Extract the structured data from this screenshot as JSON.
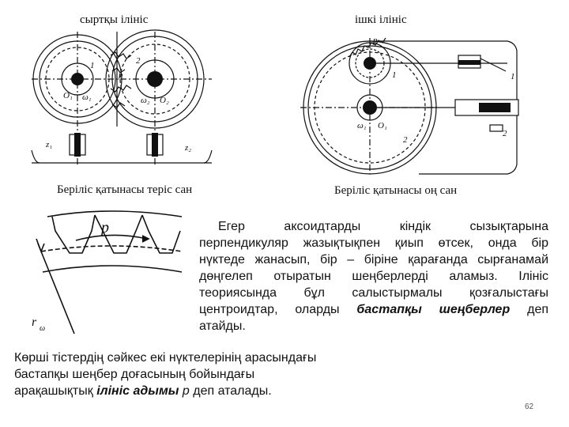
{
  "captions": {
    "external": "сыртқы ілініс",
    "internal": "ішкі ілініс",
    "negative": "Беріліс қатынасы теріс сан",
    "positive": "Беріліс қатынасы оң сан"
  },
  "figure_labels": {
    "z1": "z₁",
    "z2": "z₂",
    "p": "p",
    "r": "r",
    "omega": "ω",
    "o1": "O₁",
    "o2": "O₂",
    "w1": "ω₁",
    "w2": "ω₂",
    "n1": "1",
    "n2": "2"
  },
  "paragraph1": {
    "line1": "Егер аксоидтарды кіндік сызықтарына",
    "line2": "перпендикуляр жазықтықпен қиып өтсек, онда бір",
    "line3": "нүктеде жанасып, бір – біріне қарағанда сырғанамай",
    "line4": "дөңгелеп отыратын шеңберлерді аламыз. Ілініс",
    "line5": "теориясында бұл салыстырмалы қозғалыстағы",
    "line6_pre": "центроидтар, оларды ",
    "line6_em": "бастапқы шеңберлер",
    "line6_post": " деп",
    "line7": "атайды."
  },
  "paragraph2": {
    "line1": "Көрші тістердің сәйкес екі нүктелерінің арасындағы",
    "line2": "бастапқы шеңбер доғасының бойындағы",
    "line3_pre": "арақашықтық ",
    "line3_em": "ілініс адымы",
    "line3_p": " p",
    "line3_post": "  деп аталады."
  },
  "page_number": "62"
}
